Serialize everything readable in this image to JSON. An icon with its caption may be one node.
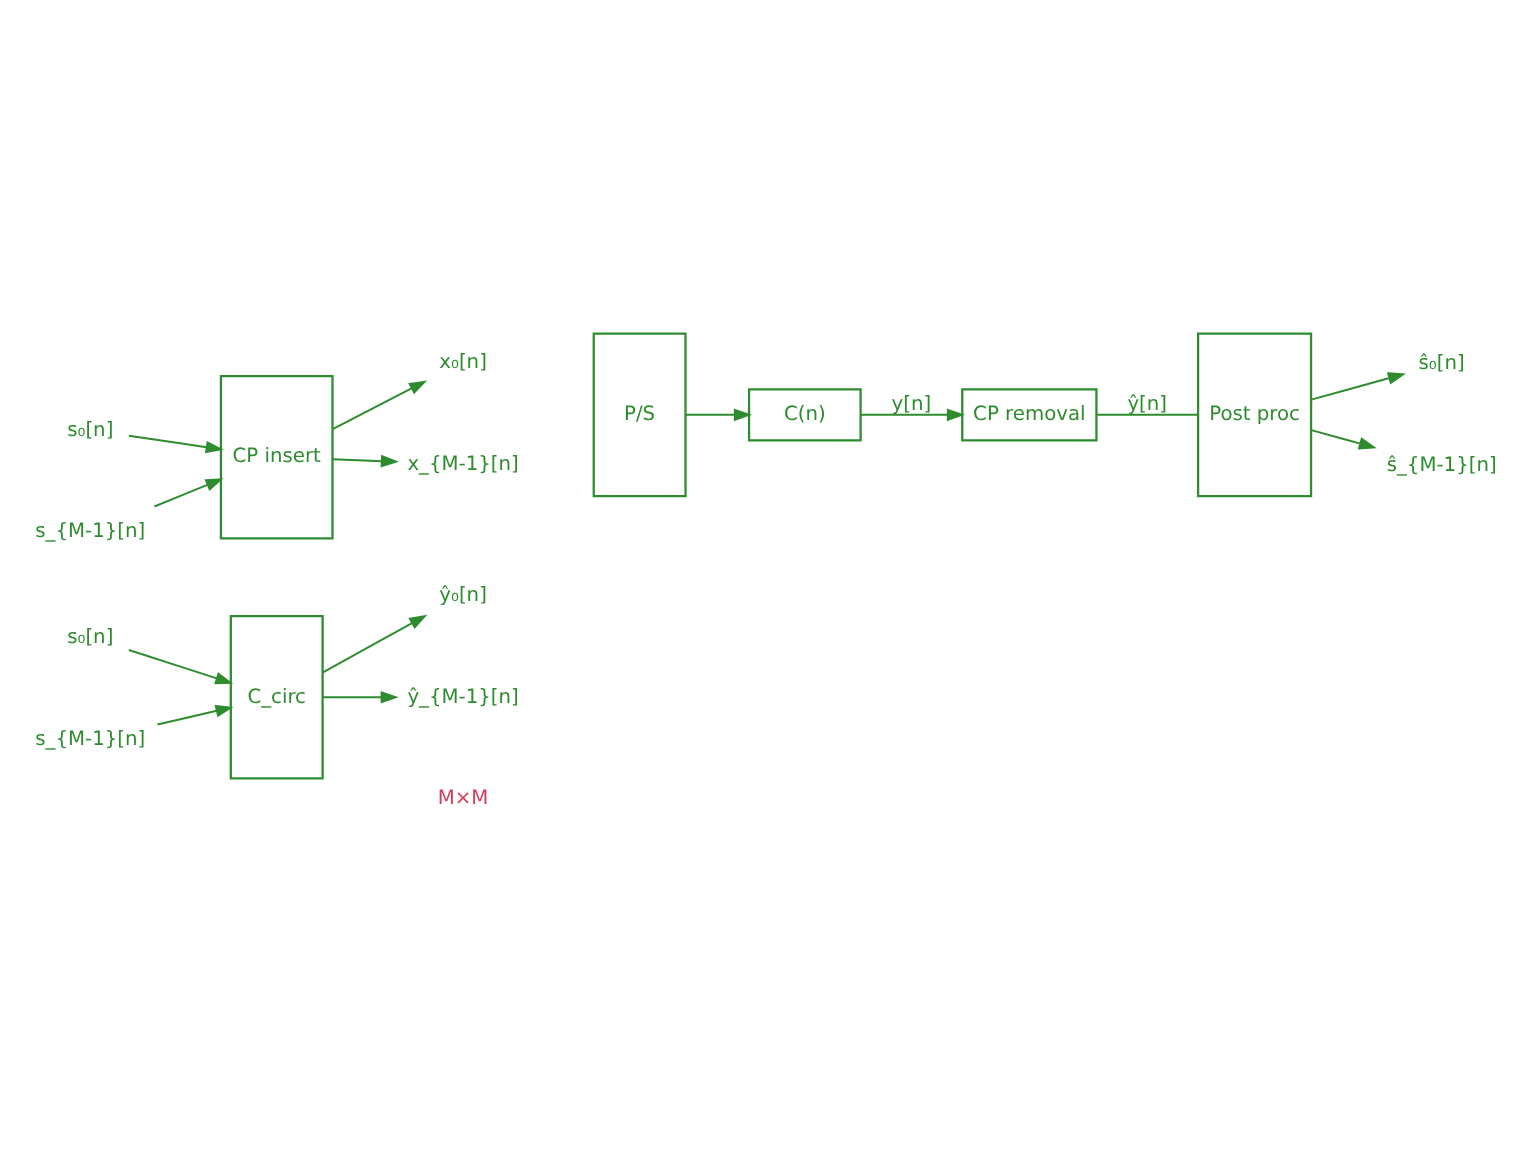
{
  "diagram": {
    "nodes": [
      {
        "text": [
          "s₀[n]"
        ]
      },
      {
        "text": [
          "s_{M-1}[n]"
        ]
      },
      {
        "text": [
          "CP insert"
        ]
      },
      {
        "text": [
          "x₀[n]"
        ]
      },
      {
        "text": [
          "x_{M-1}[n]"
        ]
      },
      {
        "text": [
          "P/S"
        ]
      },
      {
        "text": [
          "C(n)"
        ]
      },
      {
        "text": [
          "CP removal"
        ]
      },
      {
        "text": [
          "Post proc"
        ]
      },
      {
        "text": [
          "ŝ₀[n]"
        ]
      },
      {
        "text": [
          "ŝ_{M-1}[n]"
        ]
      },
      {
        "text": [
          "s₀[n]"
        ]
      },
      {
        "text": [
          "s_{M-1}[n]"
        ]
      },
      {
        "text": [
          "C_circ"
        ]
      },
      {
        "text": [
          "ŷ₀[n]"
        ]
      },
      {
        "text": [
          "ŷ_{M-1}[n]"
        ]
      }
    ],
    "edges": [
      {
        "from": 0,
        "to": 2,
        "arrow": "to"
      },
      {
        "from": 1,
        "to": 2,
        "arrow": "to"
      },
      {
        "from": 2,
        "to": 3,
        "arrow": "to"
      },
      {
        "from": 2,
        "to": 4,
        "arrow": "to"
      },
      {
        "from": 5,
        "to": 6,
        "arrow": "to"
      },
      {
        "from": 6,
        "to": 7,
        "arrow": "to",
        "label": "y[n]"
      },
      {
        "from": 7,
        "to": 8,
        "arrow": "none",
        "label": "ŷ[n]"
      },
      {
        "from": 8,
        "to": 9,
        "arrow": "to"
      },
      {
        "from": 8,
        "to": 10,
        "arrow": "to"
      },
      {
        "from": 11,
        "to": 13,
        "arrow": "to"
      },
      {
        "from": 12,
        "to": 13,
        "arrow": "to"
      },
      {
        "from": 13,
        "to": 14,
        "arrow": "to"
      },
      {
        "from": 13,
        "to": 15,
        "arrow": "to"
      }
    ],
    "labels": [
      "M×M"
    ]
  }
}
